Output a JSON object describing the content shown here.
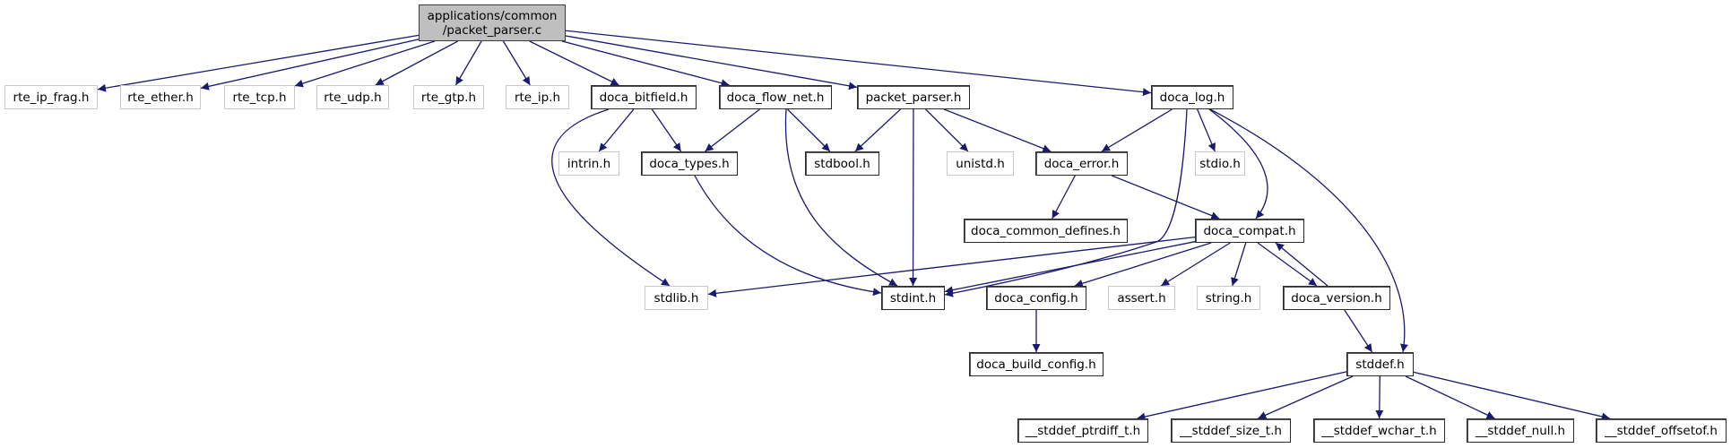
{
  "diagram": {
    "type": "include-dependency-graph",
    "edge_color": "#191970",
    "root": "root",
    "nodes": [
      {
        "id": "root",
        "label": "applications/common\n/packet_parser.c",
        "kind": "root"
      },
      {
        "id": "rte_ip_frag",
        "label": "rte_ip_frag.h",
        "kind": "external"
      },
      {
        "id": "rte_ether",
        "label": "rte_ether.h",
        "kind": "external"
      },
      {
        "id": "rte_tcp",
        "label": "rte_tcp.h",
        "kind": "external"
      },
      {
        "id": "rte_udp",
        "label": "rte_udp.h",
        "kind": "external"
      },
      {
        "id": "rte_gtp",
        "label": "rte_gtp.h",
        "kind": "external"
      },
      {
        "id": "rte_ip",
        "label": "rte_ip.h",
        "kind": "external"
      },
      {
        "id": "doca_bitfield",
        "label": "doca_bitfield.h",
        "kind": "internal"
      },
      {
        "id": "doca_flow_net",
        "label": "doca_flow_net.h",
        "kind": "internal"
      },
      {
        "id": "packet_parser_h",
        "label": "packet_parser.h",
        "kind": "internal"
      },
      {
        "id": "doca_log",
        "label": "doca_log.h",
        "kind": "internal"
      },
      {
        "id": "intrin",
        "label": "intrin.h",
        "kind": "external"
      },
      {
        "id": "doca_types",
        "label": "doca_types.h",
        "kind": "internal"
      },
      {
        "id": "stdbool",
        "label": "stdbool.h",
        "kind": "internal"
      },
      {
        "id": "unistd",
        "label": "unistd.h",
        "kind": "external"
      },
      {
        "id": "doca_error",
        "label": "doca_error.h",
        "kind": "internal"
      },
      {
        "id": "stdio",
        "label": "stdio.h",
        "kind": "external"
      },
      {
        "id": "doca_common_defines",
        "label": "doca_common_defines.h",
        "kind": "internal"
      },
      {
        "id": "doca_compat",
        "label": "doca_compat.h",
        "kind": "internal"
      },
      {
        "id": "stdlib",
        "label": "stdlib.h",
        "kind": "external"
      },
      {
        "id": "stdint",
        "label": "stdint.h",
        "kind": "internal"
      },
      {
        "id": "doca_config",
        "label": "doca_config.h",
        "kind": "internal"
      },
      {
        "id": "assert",
        "label": "assert.h",
        "kind": "external"
      },
      {
        "id": "string",
        "label": "string.h",
        "kind": "external"
      },
      {
        "id": "doca_version",
        "label": "doca_version.h",
        "kind": "internal"
      },
      {
        "id": "doca_build_config",
        "label": "doca_build_config.h",
        "kind": "internal"
      },
      {
        "id": "stddef",
        "label": "stddef.h",
        "kind": "internal"
      },
      {
        "id": "stddef_ptrdiff",
        "label": "__stddef_ptrdiff_t.h",
        "kind": "internal"
      },
      {
        "id": "stddef_size",
        "label": "__stddef_size_t.h",
        "kind": "internal"
      },
      {
        "id": "stddef_wchar",
        "label": "__stddef_wchar_t.h",
        "kind": "internal"
      },
      {
        "id": "stddef_null",
        "label": "__stddef_null.h",
        "kind": "internal"
      },
      {
        "id": "stddef_offsetof",
        "label": "__stddef_offsetof.h",
        "kind": "internal"
      }
    ],
    "edges": [
      {
        "from": "root",
        "to": "rte_ip_frag"
      },
      {
        "from": "root",
        "to": "rte_ether"
      },
      {
        "from": "root",
        "to": "rte_tcp"
      },
      {
        "from": "root",
        "to": "rte_udp"
      },
      {
        "from": "root",
        "to": "rte_gtp"
      },
      {
        "from": "root",
        "to": "rte_ip"
      },
      {
        "from": "root",
        "to": "doca_bitfield"
      },
      {
        "from": "root",
        "to": "doca_flow_net"
      },
      {
        "from": "root",
        "to": "packet_parser_h"
      },
      {
        "from": "root",
        "to": "doca_log"
      },
      {
        "from": "doca_bitfield",
        "to": "intrin"
      },
      {
        "from": "doca_bitfield",
        "to": "doca_types"
      },
      {
        "from": "doca_bitfield",
        "to": "stdlib"
      },
      {
        "from": "doca_flow_net",
        "to": "doca_types"
      },
      {
        "from": "doca_flow_net",
        "to": "stdbool"
      },
      {
        "from": "doca_flow_net",
        "to": "stdint"
      },
      {
        "from": "packet_parser_h",
        "to": "stdbool"
      },
      {
        "from": "packet_parser_h",
        "to": "stdint"
      },
      {
        "from": "packet_parser_h",
        "to": "unistd"
      },
      {
        "from": "packet_parser_h",
        "to": "doca_error"
      },
      {
        "from": "doca_log",
        "to": "doca_error"
      },
      {
        "from": "doca_log",
        "to": "stdint"
      },
      {
        "from": "doca_log",
        "to": "stdio"
      },
      {
        "from": "doca_log",
        "to": "doca_compat"
      },
      {
        "from": "doca_log",
        "to": "stddef"
      },
      {
        "from": "doca_types",
        "to": "stdint"
      },
      {
        "from": "doca_error",
        "to": "doca_common_defines"
      },
      {
        "from": "doca_error",
        "to": "doca_compat"
      },
      {
        "from": "doca_compat",
        "to": "stdlib"
      },
      {
        "from": "doca_compat",
        "to": "stdint"
      },
      {
        "from": "doca_compat",
        "to": "doca_config"
      },
      {
        "from": "doca_compat",
        "to": "assert"
      },
      {
        "from": "doca_compat",
        "to": "string"
      },
      {
        "from": "doca_compat",
        "to": "doca_version"
      },
      {
        "from": "doca_version",
        "to": "doca_compat"
      },
      {
        "from": "doca_version",
        "to": "stddef"
      },
      {
        "from": "doca_config",
        "to": "doca_build_config"
      },
      {
        "from": "stddef",
        "to": "stddef_ptrdiff"
      },
      {
        "from": "stddef",
        "to": "stddef_size"
      },
      {
        "from": "stddef",
        "to": "stddef_wchar"
      },
      {
        "from": "stddef",
        "to": "stddef_null"
      },
      {
        "from": "stddef",
        "to": "stddef_offsetof"
      }
    ]
  }
}
